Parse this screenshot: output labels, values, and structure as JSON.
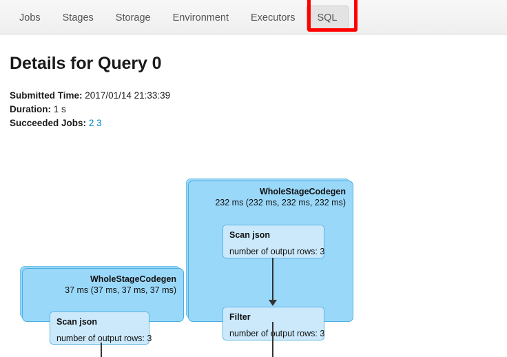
{
  "nav": {
    "tabs": [
      {
        "label": "Jobs",
        "active": false
      },
      {
        "label": "Stages",
        "active": false
      },
      {
        "label": "Storage",
        "active": false
      },
      {
        "label": "Environment",
        "active": false
      },
      {
        "label": "Executors",
        "active": false
      },
      {
        "label": "SQL",
        "active": true
      }
    ],
    "highlight_color": "#ff0000",
    "highlighted_tab": "SQL"
  },
  "page": {
    "title": "Details for Query 0"
  },
  "summary": {
    "submitted_time_label": "Submitted Time:",
    "submitted_time_value": "2017/01/14 21:33:39",
    "duration_label": "Duration:",
    "duration_value": "1 s",
    "succeeded_jobs_label": "Succeeded Jobs:",
    "succeeded_jobs": [
      "2",
      "3"
    ],
    "link_color": "#0088cc"
  },
  "dag": {
    "cluster_fill": "#9ad8f9",
    "cluster_stroke": "#4aaee0",
    "node_fill": "#cbe9fb",
    "node_stroke": "#5ab4e4",
    "edge_color": "#333333",
    "clusters": [
      {
        "id": "cluster-a",
        "name": "WholeStageCodegen",
        "metric": "232 ms (232 ms, 232 ms, 232 ms)",
        "nodes": [
          {
            "title": "Scan json",
            "metric": "number of output rows: 3"
          },
          {
            "title": "Filter",
            "metric": "number of output rows: 3"
          }
        ]
      },
      {
        "id": "cluster-b",
        "name": "WholeStageCodegen",
        "metric": "37 ms (37 ms, 37 ms, 37 ms)",
        "nodes": [
          {
            "title": "Scan json",
            "metric": "number of output rows: 3"
          }
        ]
      }
    ]
  }
}
